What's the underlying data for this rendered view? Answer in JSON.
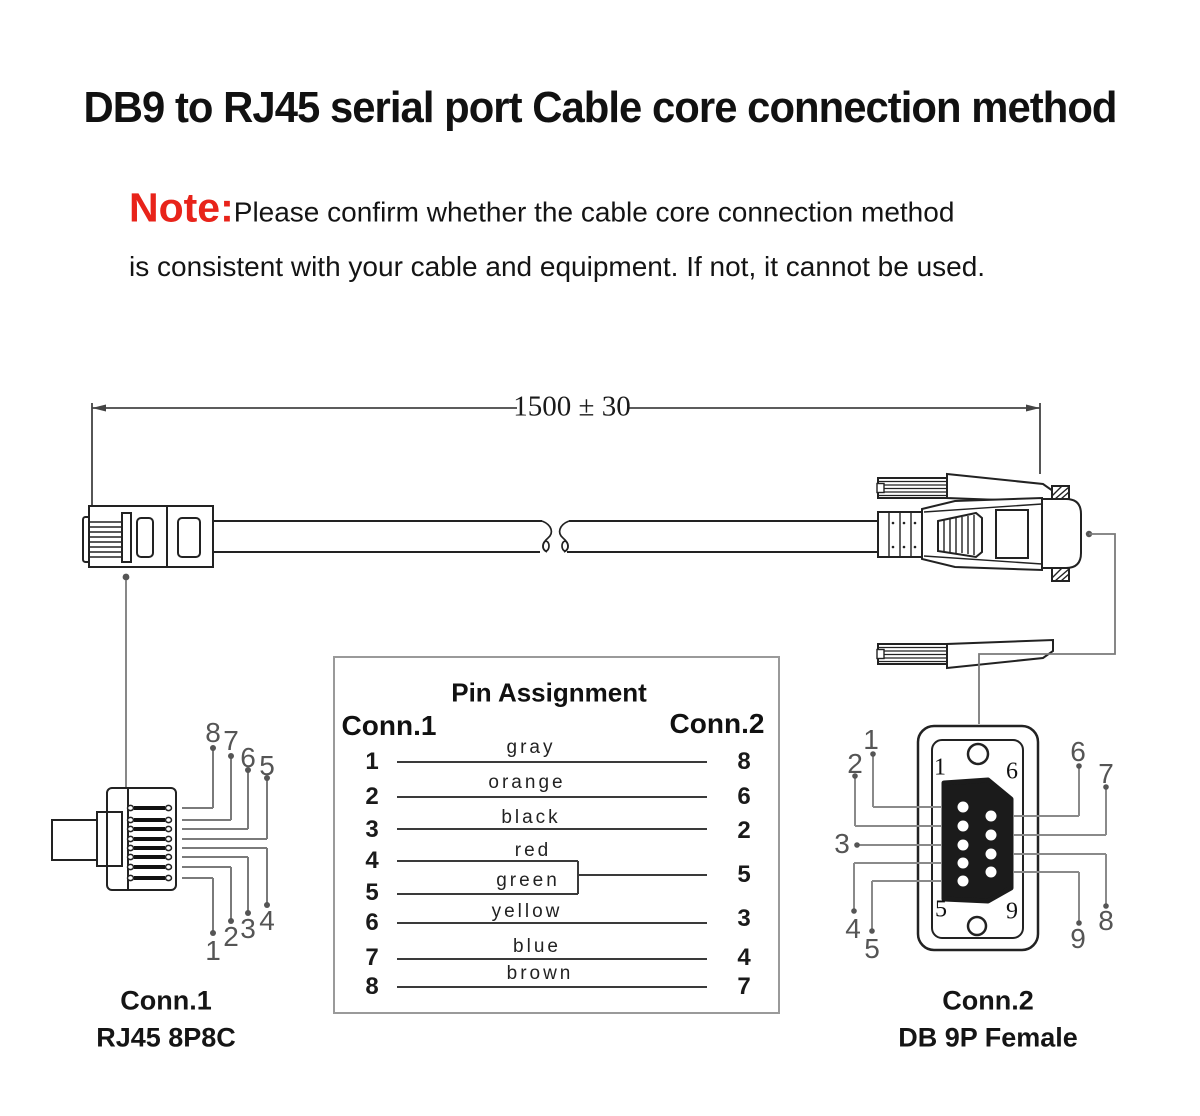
{
  "title": "DB9 to RJ45 serial port Cable core connection method",
  "note": {
    "label": "Note:",
    "line1": "Please confirm whether the cable core connection method",
    "line2": "is consistent with your cable and equipment. If not, it cannot be used."
  },
  "dimension": {
    "label": "1500 ± 30"
  },
  "colors": {
    "note_red": "#e8231a",
    "line_art": "#222222",
    "leader_gray": "#7a7a7a",
    "wire_line": "#3a3a3a"
  },
  "pin_table": {
    "title": "Pin Assignment",
    "conn1_header": "Conn.1",
    "conn2_header": "Conn.2",
    "rows": [
      {
        "conn1": "1",
        "wire": "gray",
        "conn2": "8"
      },
      {
        "conn1": "2",
        "wire": "orange",
        "conn2": "6"
      },
      {
        "conn1": "3",
        "wire": "black",
        "conn2": "2"
      },
      {
        "conn1": "4",
        "wire": "red",
        "conn2": "5",
        "merged": true
      },
      {
        "conn1": "5",
        "wire": "green",
        "conn2": "5",
        "merged": true
      },
      {
        "conn1": "6",
        "wire": "yellow",
        "conn2": "3"
      },
      {
        "conn1": "7",
        "wire": "blue",
        "conn2": "4"
      },
      {
        "conn1": "8",
        "wire": "brown",
        "conn2": "7"
      }
    ]
  },
  "conn1_detail": {
    "caption": [
      "Conn.1",
      "RJ45 8P8C"
    ],
    "top_pin_labels": [
      "8",
      "7",
      "6",
      "5"
    ],
    "bottom_pin_labels": [
      "1",
      "2",
      "3",
      "4"
    ]
  },
  "conn2_detail": {
    "caption": [
      "Conn.2",
      "DB 9P Female"
    ],
    "left_pin_labels": [
      "1",
      "2",
      "3",
      "4",
      "5"
    ],
    "right_pin_labels": [
      "6",
      "7",
      "8",
      "9"
    ],
    "face_corner_labels": [
      "1",
      "6",
      "5",
      "9"
    ]
  }
}
